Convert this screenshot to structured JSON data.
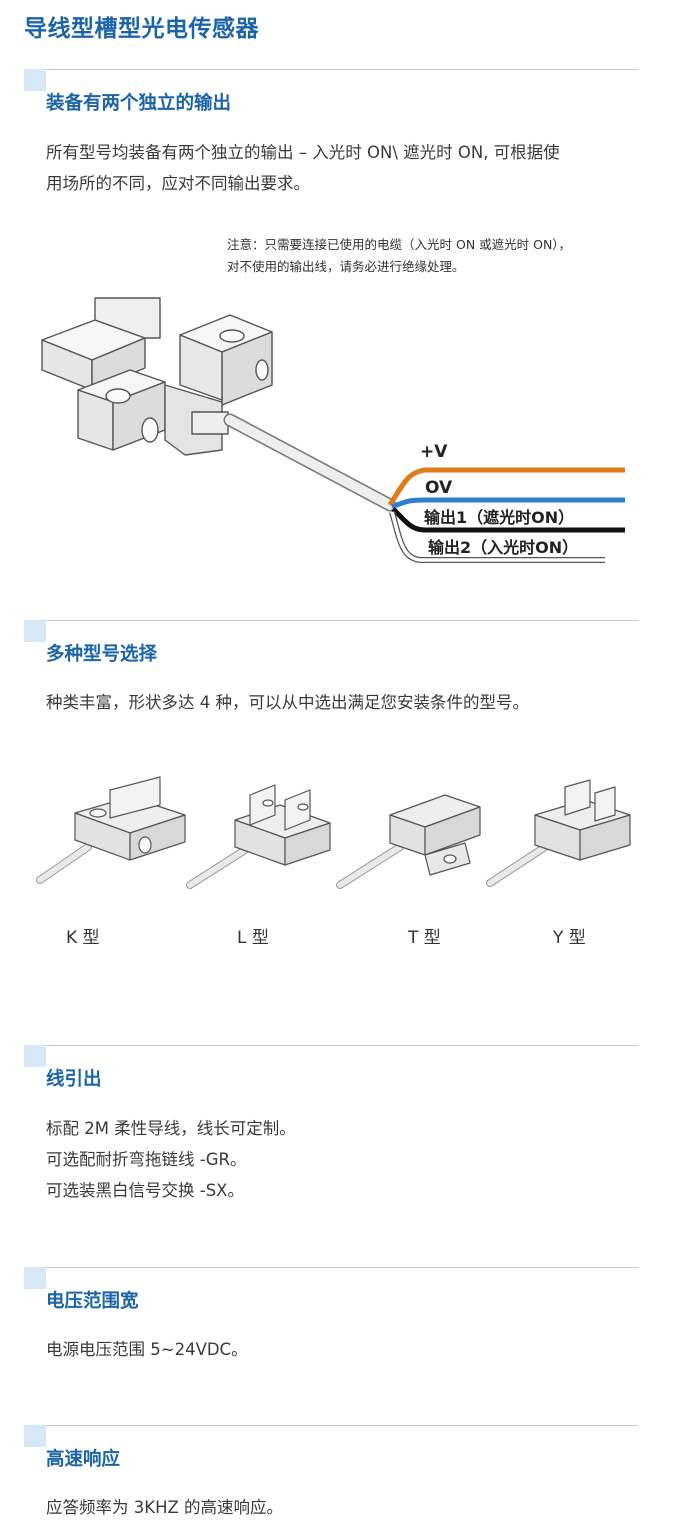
{
  "page_title": "导线型槽型光电传感器",
  "sections": [
    {
      "title": "装备有两个独立的输出",
      "lines": [
        "所有型号均装备有两个独立的输出 – 入光时 ON\\ 遮光时 ON, 可根据使",
        "用场所的不同，应对不同输出要求。"
      ],
      "note": [
        "注意：只需要连接已使用的电缆（入光时 ON 或遮光时 ON），",
        "对不使用的输出线，请务必进行绝缘处理。"
      ],
      "wires": [
        {
          "label": "+V",
          "color": "#e07b19"
        },
        {
          "label": "OV",
          "color": "#2f7fd0"
        },
        {
          "label": "输出1（遮光时ON）",
          "color": "#111111"
        },
        {
          "label": "输出2（入光时ON）",
          "color": "#ffffff"
        }
      ]
    },
    {
      "title": "多种型号选择",
      "lines": [
        "种类丰富，形状多达 4 种，可以从中选出满足您安装条件的型号。"
      ],
      "models": [
        "K 型",
        "L 型",
        "T 型",
        "Y 型"
      ]
    },
    {
      "title": "线引出",
      "lines": [
        "标配 2M 柔性导线，线长可定制。",
        "可选配耐折弯拖链线 -GR。",
        "可选装黑白信号交换 -SX。"
      ]
    },
    {
      "title": "电压范围宽",
      "lines": [
        "电源电压范围 5~24VDC。"
      ]
    },
    {
      "title": "高速响应",
      "lines": [
        "应答频率为 3KHZ 的高速响应。"
      ]
    }
  ],
  "colors": {
    "title_blue": "#1c64a8",
    "marker_blue": "#d7e9f7",
    "rule_gray": "#c9c9c9"
  }
}
